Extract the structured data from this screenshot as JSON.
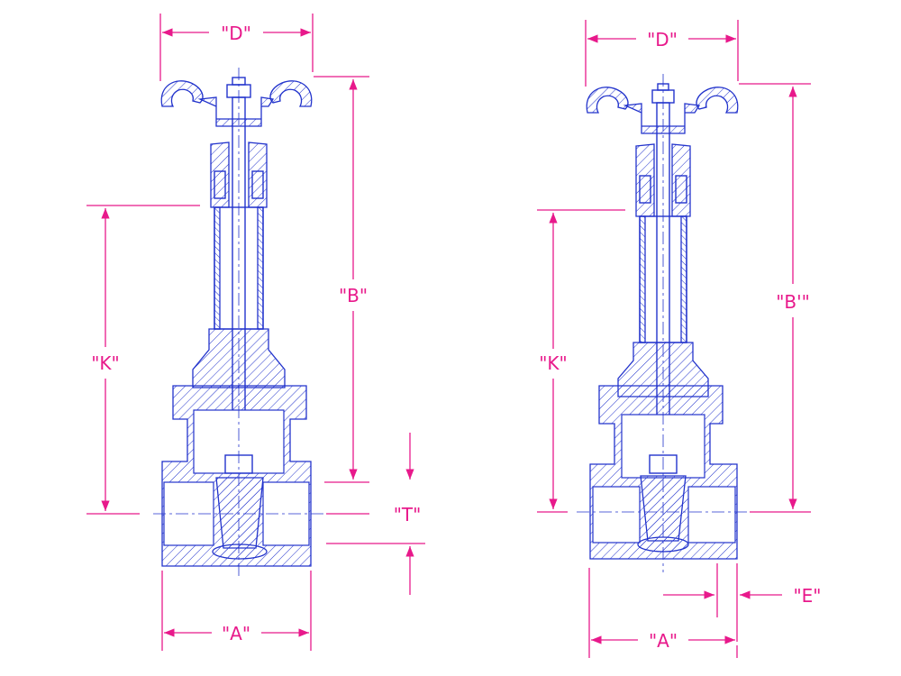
{
  "views": [
    {
      "name": "left-valve",
      "labels": {
        "d": "\"D\"",
        "b": "\"B\"",
        "k": "\"K\"",
        "t": "\"T\"",
        "a": "\"A\""
      }
    },
    {
      "name": "right-valve",
      "labels": {
        "d": "\"D\"",
        "b": "\"B'\"",
        "k": "\"K\"",
        "e": "\"E\"",
        "a": "\"A\""
      }
    }
  ],
  "colors": {
    "drawing": "#2233cc",
    "dimension": "#e8198b"
  }
}
